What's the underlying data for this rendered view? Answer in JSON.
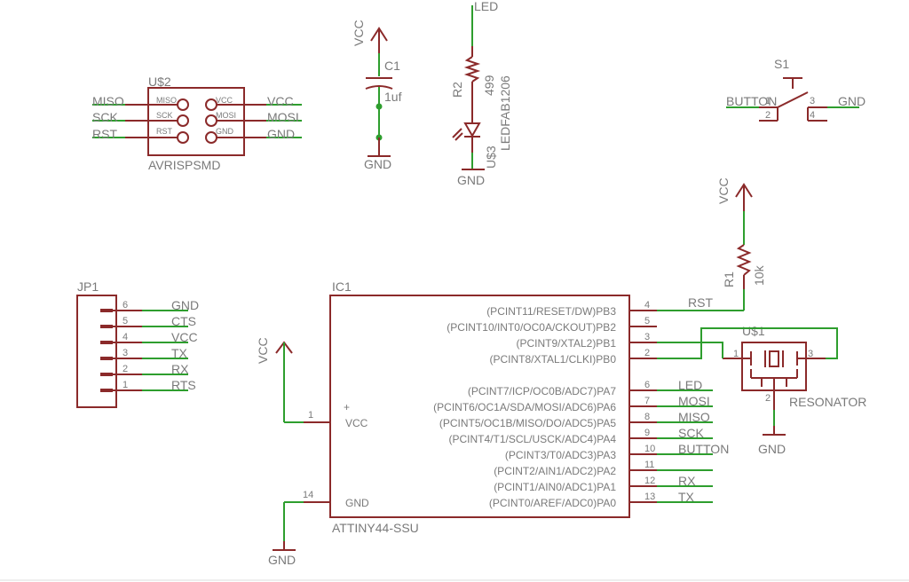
{
  "colors": {
    "body": "#8b2a2a",
    "wire": "#2e9e2e",
    "text": "#7a7a7a",
    "background": "#ffffff"
  },
  "isp": {
    "ref": "U$2",
    "value": "AVRISPSMD",
    "inner_pins": [
      "MISO",
      "SCK",
      "RST",
      "VCC",
      "MOSI",
      "GND"
    ],
    "nets_left": [
      "MISO",
      "SCK",
      "RST"
    ],
    "nets_right": [
      "VCC",
      "MOSI",
      "GND"
    ]
  },
  "capacitor": {
    "ref": "C1",
    "value": "1uf",
    "top_net": "VCC",
    "bottom_net": "GND"
  },
  "led_branch": {
    "top_net": "LED",
    "bottom_net": "GND",
    "resistor_ref": "R2",
    "resistor_value": "499",
    "led_ref": "U$3",
    "led_value": "LEDFAB1206"
  },
  "switch": {
    "ref": "S1",
    "left_net": "BUTTON",
    "right_net": "GND",
    "pins": [
      "1",
      "2",
      "3",
      "4"
    ]
  },
  "reset_pullup": {
    "net": "VCC",
    "ref": "R1",
    "value": "10k"
  },
  "header": {
    "ref": "JP1",
    "pins": [
      {
        "num": "6",
        "net": "GND"
      },
      {
        "num": "5",
        "net": "CTS"
      },
      {
        "num": "4",
        "net": "VCC"
      },
      {
        "num": "3",
        "net": "TX"
      },
      {
        "num": "2",
        "net": "RX"
      },
      {
        "num": "1",
        "net": "RTS"
      }
    ]
  },
  "mcu": {
    "ref": "IC1",
    "value": "ATTINY44-SSU",
    "vcc_pin": {
      "num": "1",
      "name": "VCC",
      "net": "VCC",
      "mark": "+"
    },
    "gnd_pin": {
      "num": "14",
      "name": "GND",
      "net": "GND"
    },
    "right_pins": [
      {
        "num": "4",
        "name": "(PCINT11/RESET/DW)PB3",
        "net": "RST"
      },
      {
        "num": "5",
        "name": "(PCINT10/INT0/OC0A/CKOUT)PB2",
        "net": ""
      },
      {
        "num": "3",
        "name": "(PCINT9/XTAL2)PB1",
        "net": ""
      },
      {
        "num": "2",
        "name": "(PCINT8/XTAL1/CLKI)PB0",
        "net": ""
      },
      {
        "num": "6",
        "name": "(PCINT7/ICP/OC0B/ADC7)PA7",
        "net": "LED"
      },
      {
        "num": "7",
        "name": "(PCINT6/OC1A/SDA/MOSI/ADC6)PA6",
        "net": "MOSI"
      },
      {
        "num": "8",
        "name": "(PCINT5/OC1B/MISO/DO/ADC5)PA5",
        "net": "MISO"
      },
      {
        "num": "9",
        "name": "(PCINT4/T1/SCL/USCK/ADC4)PA4",
        "net": "SCK"
      },
      {
        "num": "10",
        "name": "(PCINT3/T0/ADC3)PA3",
        "net": "BUTTON"
      },
      {
        "num": "11",
        "name": "(PCINT2/AIN1/ADC2)PA2",
        "net": ""
      },
      {
        "num": "12",
        "name": "(PCINT1/AIN0/ADC1)PA1",
        "net": "RX"
      },
      {
        "num": "13",
        "name": "(PCINT0/AREF/ADC0)PA0",
        "net": "TX"
      }
    ]
  },
  "resonator": {
    "ref": "U$1",
    "value": "RESONATOR",
    "pins": [
      "1",
      "2",
      "3"
    ],
    "gnd_net": "GND"
  }
}
